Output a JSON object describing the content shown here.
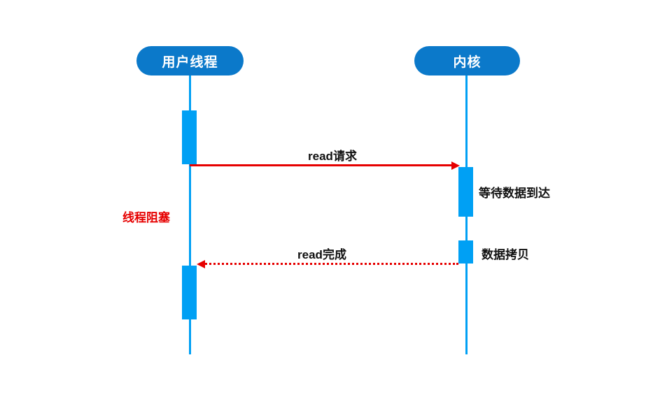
{
  "colors": {
    "background": "#ffffff",
    "header_blue": "#0b79ca",
    "activation_blue": "#00a0f4",
    "arrow_red": "#e60000",
    "label_black": "#111111"
  },
  "actors": [
    {
      "label": "用户线程"
    },
    {
      "label": "内核"
    }
  ],
  "messages": [
    {
      "label": "read请求",
      "from": "用户线程",
      "to": "内核",
      "line": "solid"
    },
    {
      "label": "read完成",
      "from": "内核",
      "to": "用户线程",
      "line": "dotted"
    }
  ],
  "annotations": [
    {
      "label": "线程阻塞",
      "color": "#e60000"
    },
    {
      "label": "等待数据到达",
      "color": "#111111"
    },
    {
      "label": "数据拷贝",
      "color": "#111111"
    }
  ]
}
